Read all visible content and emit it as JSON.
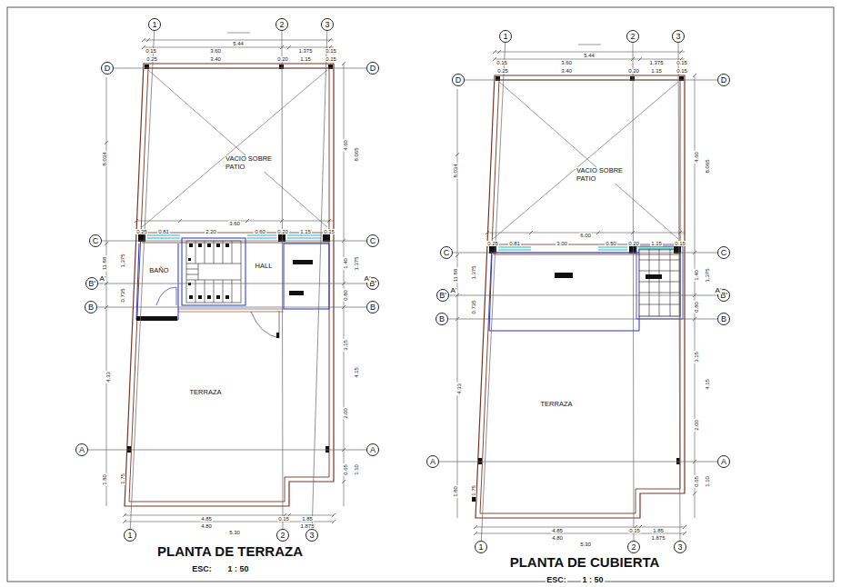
{
  "diagram": {
    "nodes": [
      {
        "text": [
          "1"
        ]
      },
      {
        "text": [
          "2"
        ]
      },
      {
        "text": [
          "3"
        ]
      },
      {
        "text": [
          "D"
        ]
      },
      {
        "text": [
          "D"
        ]
      },
      {
        "text": [
          "C"
        ]
      },
      {
        "text": [
          "C"
        ]
      },
      {
        "text": [
          "B'"
        ]
      },
      {
        "text": [
          "B'"
        ]
      },
      {
        "text": [
          "B"
        ]
      },
      {
        "text": [
          "B"
        ]
      },
      {
        "text": [
          "VACIO SOBRE PATIO"
        ]
      },
      {
        "text": [
          "BAÑO"
        ]
      },
      {
        "text": [
          "HALL"
        ]
      },
      {
        "text": [
          "TERRAZA"
        ]
      },
      {
        "text": [
          "A"
        ]
      },
      {
        "text": [
          "A"
        ]
      },
      {
        "text": [
          "1"
        ]
      },
      {
        "text": [
          "2"
        ]
      },
      {
        "text": [
          "3"
        ]
      },
      {
        "text": [
          "1"
        ]
      },
      {
        "text": [
          "2"
        ]
      },
      {
        "text": [
          "3"
        ]
      },
      {
        "text": [
          "D"
        ]
      },
      {
        "text": [
          "D"
        ]
      },
      {
        "text": [
          "C"
        ]
      },
      {
        "text": [
          "C"
        ]
      },
      {
        "text": [
          "B'"
        ]
      },
      {
        "text": [
          "B'"
        ]
      },
      {
        "text": [
          "B"
        ]
      },
      {
        "text": [
          "B"
        ]
      },
      {
        "text": [
          "VACIO SOBRE PATIO"
        ]
      },
      {
        "text": [
          "TERRAZA"
        ]
      },
      {
        "text": [
          "A"
        ]
      },
      {
        "text": [
          "A"
        ]
      },
      {
        "text": [
          "1"
        ]
      },
      {
        "text": [
          "2"
        ]
      },
      {
        "text": [
          "3"
        ]
      }
    ],
    "edges": [
      {
        "from": 0,
        "to": 17,
        "arrow": "none"
      },
      {
        "from": 1,
        "to": 18,
        "arrow": "none"
      },
      {
        "from": 2,
        "to": 19,
        "arrow": "none"
      },
      {
        "from": 3,
        "to": 4,
        "arrow": "none"
      },
      {
        "from": 5,
        "to": 6,
        "arrow": "none"
      },
      {
        "from": 7,
        "to": 8,
        "arrow": "none"
      },
      {
        "from": 9,
        "to": 10,
        "arrow": "none"
      },
      {
        "from": 15,
        "to": 16,
        "arrow": "none"
      },
      {
        "from": 20,
        "to": 35,
        "arrow": "none"
      },
      {
        "from": 21,
        "to": 36,
        "arrow": "none"
      },
      {
        "from": 22,
        "to": 37,
        "arrow": "none"
      },
      {
        "from": 23,
        "to": 24,
        "arrow": "none"
      },
      {
        "from": 25,
        "to": 26,
        "arrow": "none"
      },
      {
        "from": 27,
        "to": 28,
        "arrow": "none"
      },
      {
        "from": 29,
        "to": 30,
        "arrow": "none"
      },
      {
        "from": 33,
        "to": 34,
        "arrow": "none"
      }
    ],
    "labels": [
      "5.44",
      "0.15",
      "3.60",
      "1.375",
      "0.15",
      "0.25",
      "3.40",
      "0.20",
      "1.15",
      "0.15",
      "3.60",
      "0.25",
      "0.81",
      "2.20",
      "0.60",
      "0.20",
      "1.15",
      "0.15",
      "8.034",
      "11.88",
      "1.375",
      "0.735",
      "4.33",
      "1.80",
      "1.75",
      "4.60",
      "8.065",
      "1.40",
      "1.375",
      "0.80",
      "3.15",
      "4.15",
      "2.00",
      "0.65",
      "1.10",
      "4.85",
      "0.15",
      "1.85",
      "4.80",
      "1.875",
      "5.30",
      "A'",
      "A'",
      "PLANTA DE TERRAZA",
      "ESC:",
      "1 : 50",
      "5.44",
      "0.15",
      "3.60",
      "1.375",
      "0.15",
      "0.25",
      "3.40",
      "0.20",
      "1.15",
      "0.15",
      "6.00",
      "0.25",
      "0.81",
      "3.00",
      "0.50",
      "0.20",
      "1.15",
      "0.15",
      "8.034",
      "11.88",
      "1.375",
      "0.735",
      "4.33",
      "1.80",
      "1.75",
      "4.60",
      "8.065",
      "1.40",
      "1.375",
      "0.80",
      "3.15",
      "4.15",
      "2.00",
      "0.65",
      "1.10",
      "4.85",
      "0.15",
      "1.85",
      "4.80",
      "1.875",
      "5.30",
      "A'",
      "A'",
      "PLANTA DE CUBIERTA",
      "ESC:",
      "1 : 50"
    ]
  }
}
